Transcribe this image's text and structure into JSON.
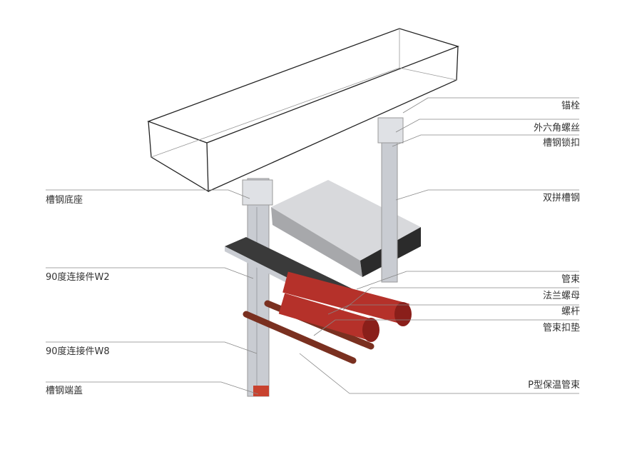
{
  "title_hidden": null,
  "labels_right": [
    "锚栓",
    "外六角螺丝",
    "槽钢锁扣",
    "双拼槽钢",
    "管束",
    "法兰螺母",
    "螺杆",
    "管束扣垫",
    "P型保温管束"
  ],
  "labels_left": [
    "槽钢底座",
    "90度连接件W2",
    "90度连接件W8",
    "槽钢端盖"
  ],
  "colors": {
    "pipe": "#b5312a",
    "steel": "#c9ccd2",
    "line": "#888888",
    "duct": "#222222",
    "tray": "#8f8f92"
  }
}
